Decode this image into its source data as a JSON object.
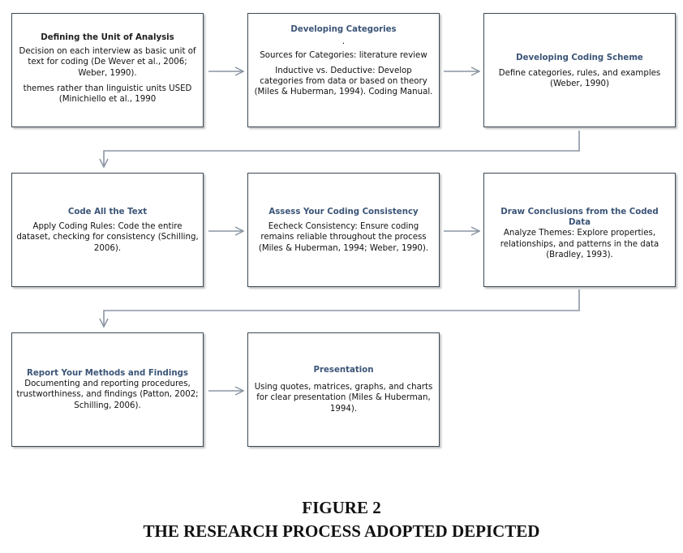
{
  "boxes": [
    {
      "id": "b1",
      "title": "Defining the Unit of Analysis",
      "lines": [
        "Decision on each interview as basic unit of text  for coding (De Wever et al., 2006; Weber, 1990).",
        "themes rather than linguistic units USED (Minichiello et al., 1990"
      ]
    },
    {
      "id": "b2",
      "title": "Developing Categories",
      "lines": [
        ".",
        "Sources for Categories: literature review",
        "Inductive vs. Deductive: Develop categories from data or based on theory (Miles & Huberman, 1994). Coding Manual."
      ]
    },
    {
      "id": "b3",
      "title": "Developing  Coding Scheme",
      "lines": [
        "Define categories, rules, and examples (Weber, 1990)"
      ]
    },
    {
      "id": "b4",
      "title": "Code All the Text",
      "lines": [
        "Apply Coding Rules: Code the entire dataset, checking for consistency (Schilling, 2006)."
      ]
    },
    {
      "id": "b5",
      "title": "Assess Your Coding Consistency",
      "lines": [
        "Eecheck Consistency: Ensure coding remains reliable throughout the process (Miles & Huberman, 1994; Weber, 1990)."
      ]
    },
    {
      "id": "b6",
      "title": "Draw Conclusions from the Coded Data",
      "lines": [
        "Analyze Themes: Explore properties, relationships, and patterns in the data (Bradley, 1993)."
      ]
    },
    {
      "id": "b7",
      "title": "Report Your Methods and Findings",
      "lines": [
        "Documenting and reporting  procedures, trustworthiness, and findings (Patton, 2002; Schilling, 2006)."
      ]
    },
    {
      "id": "b8",
      "title": "Presentation",
      "lines": [
        "Using quotes, matrices, graphs, and charts for clear presentation (Miles & Huberman, 1994)."
      ]
    }
  ],
  "caption": {
    "figure": "FIGURE 2",
    "title": "THE RESEARCH PROCESS ADOPTED DEPICTED"
  }
}
